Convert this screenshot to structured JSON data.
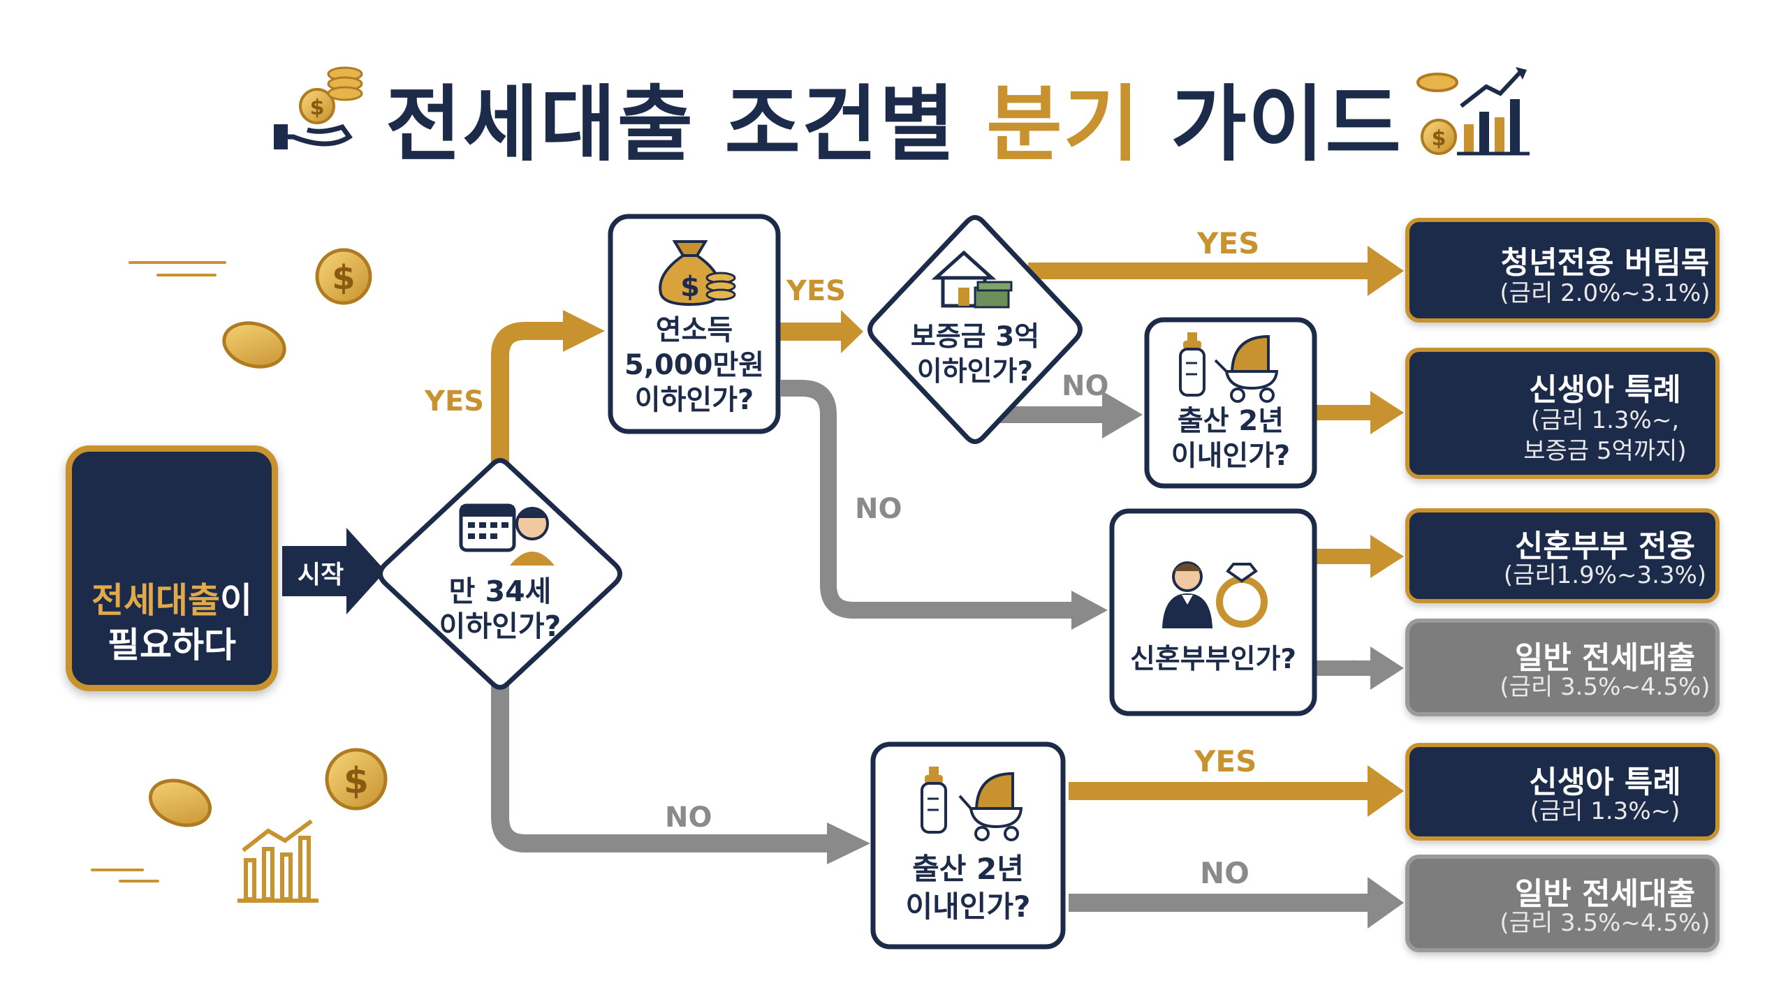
{
  "title": {
    "part1": "전세대출 조건별 ",
    "accent": "분기",
    "part2": " 가이드"
  },
  "start": {
    "line1_accent": "전세대출",
    "line1_rest": "이",
    "line2": "필요하다",
    "arrow_label": "시작"
  },
  "questions": {
    "age": [
      "만 34세",
      "이하인가?"
    ],
    "income": [
      "연소득",
      "5,000만원",
      "이하인가?"
    ],
    "deposit": [
      "보증금 3억",
      "이하인가?"
    ],
    "birth_top": [
      "출산 2년",
      "이내인가?"
    ],
    "married": [
      "신혼부부인가?"
    ],
    "birth_bottom": [
      "출산 2년",
      "이내인가?"
    ]
  },
  "labels": {
    "yes": "YES",
    "no": "NO"
  },
  "outcomes": [
    {
      "title": "청년전용 버팀목",
      "sub": [
        "(금리 2.0%~3.1%)"
      ]
    },
    {
      "title": "신생아 특례",
      "sub": [
        "(금리 1.3%~,",
        "보증금 5억까지)"
      ]
    },
    {
      "title": "신혼부부 전용",
      "sub": [
        "(금리1.9%~3.3%)"
      ]
    },
    {
      "title": "일반 전세대출",
      "sub": [
        "(금리 3.5%~4.5%)"
      ]
    },
    {
      "title": "신생아 특례",
      "sub": [
        "(금리 1.3%~)"
      ]
    },
    {
      "title": "일반 전세대출",
      "sub": [
        "(금리 3.5%~4.5%)"
      ]
    }
  ],
  "colors": {
    "navy": "#1d2b4a",
    "gold": "#c8922e",
    "gray": "#8a8a8a"
  }
}
